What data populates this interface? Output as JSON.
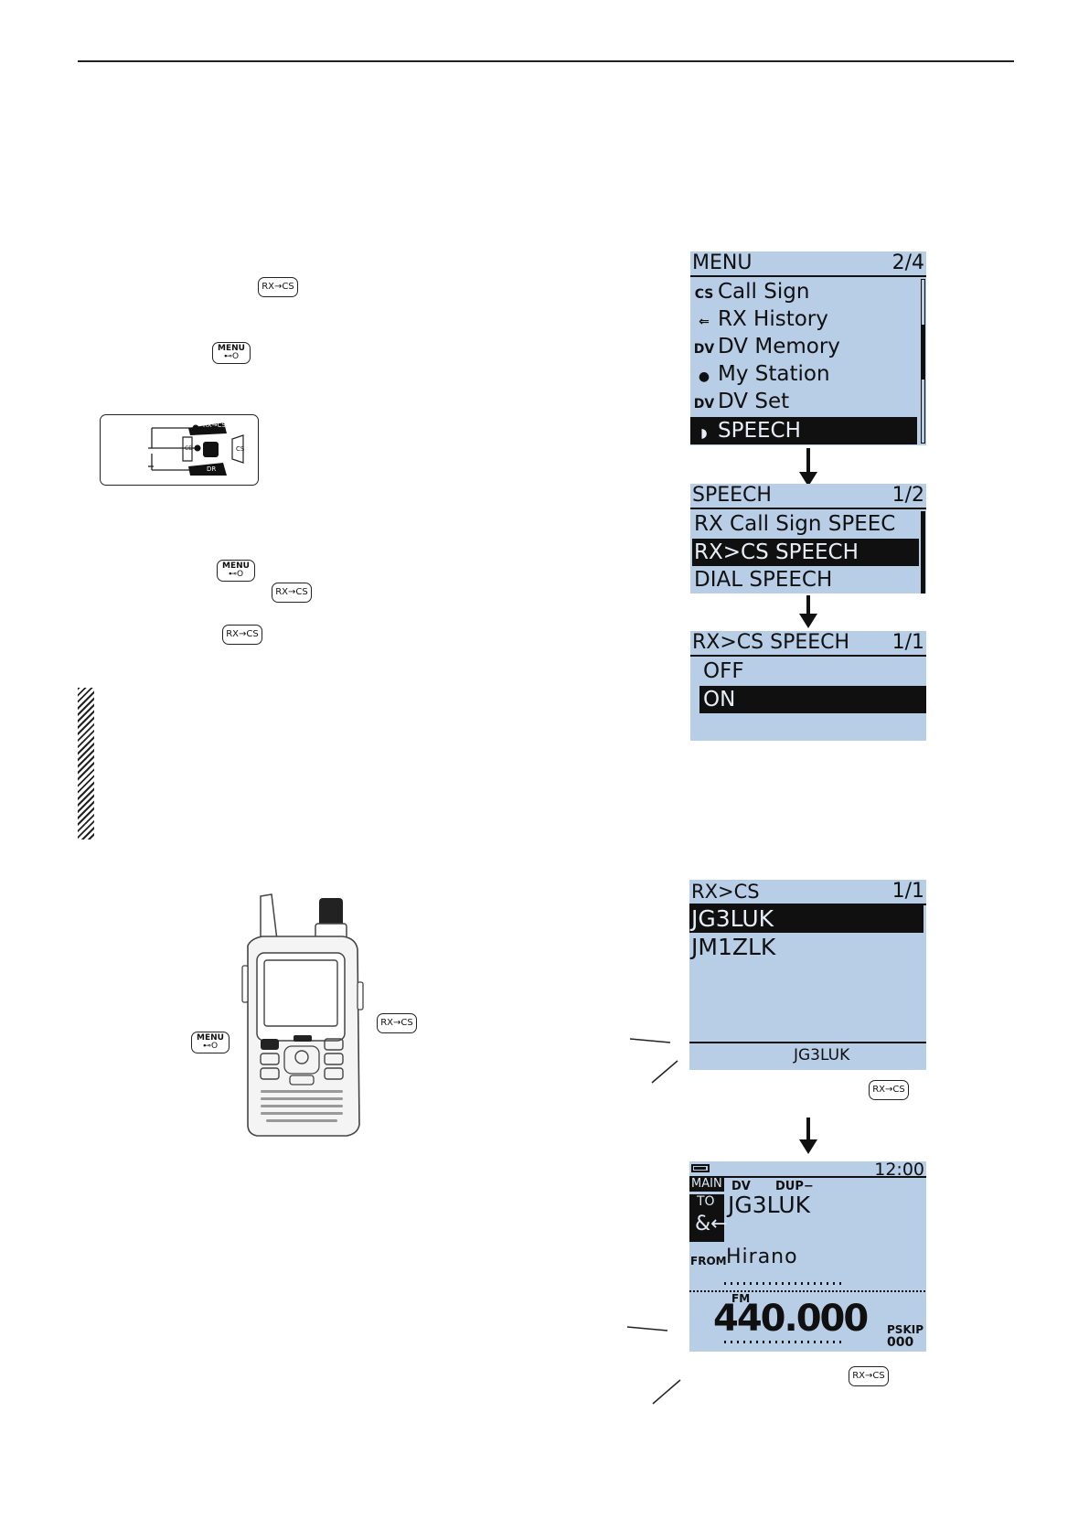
{
  "keys": {
    "rxcs": "RX→CS",
    "menu": "MENU",
    "menu_sub": "⊷O"
  },
  "diagram": {
    "rxcs": "RX→CS",
    "cs": "CS",
    "dr": "DR",
    "cd": "CD"
  },
  "screen_menu": {
    "title": "MENU",
    "page": "2/4",
    "items": [
      {
        "icon": "CS",
        "label": "Call Sign"
      },
      {
        "icon": "⇐",
        "label": "RX History"
      },
      {
        "icon": "DV",
        "label": "DV Memory"
      },
      {
        "icon": "●",
        "label": "My Station"
      },
      {
        "icon": "DV",
        "label": "DV Set"
      },
      {
        "icon": "◗",
        "label": "SPEECH"
      }
    ]
  },
  "screen_speech": {
    "title": "SPEECH",
    "page": "1/2",
    "items": [
      "RX Call Sign SPEEC",
      "RX>CS SPEECH",
      "DIAL SPEECH"
    ]
  },
  "screen_rxcs_speech": {
    "title": "RX>CS SPEECH",
    "page": "1/1",
    "items": [
      "OFF",
      "ON"
    ]
  },
  "screen_rxcs": {
    "title": "RX>CS",
    "page": "1/1",
    "items": [
      "JG3LUK",
      "JM1ZLK"
    ],
    "footer": "JG3LUK"
  },
  "screen_main": {
    "time": "12:00",
    "main": "MAIN",
    "dv": "DV",
    "dup": "DUP−",
    "to": "TO",
    "call": "JG3LUK",
    "from": "FROM",
    "from_name": "Hirano",
    "mode": "FM",
    "freq": "440.000",
    "pskip": "PSKIP",
    "channel": "000"
  },
  "colors": {
    "lcd": "#b8cde6",
    "ink": "#101010"
  }
}
